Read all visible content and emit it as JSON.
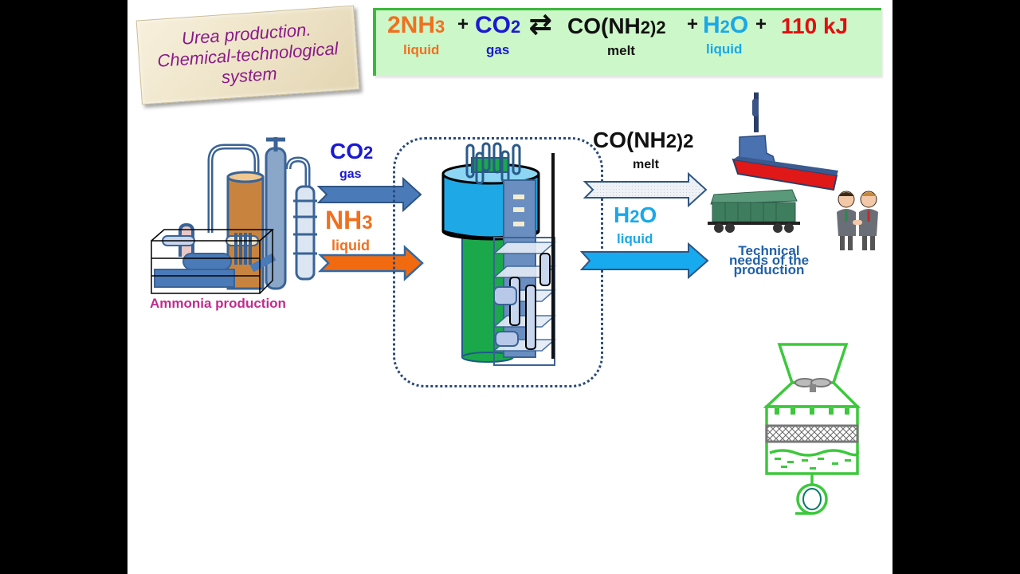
{
  "title": {
    "lines": [
      "Urea production.",
      "Chemical-technological",
      "system"
    ]
  },
  "equation": {
    "terms": [
      {
        "main": "2NH",
        "sub": "3",
        "state": "liquid",
        "color": "#f07020"
      },
      {
        "plus": "+"
      },
      {
        "main": "CO",
        "sub": "2",
        "state": "gas",
        "color": "#1a1ad2"
      },
      {
        "arrow": "⇄"
      },
      {
        "main": "CO(NH",
        "sub": "2)2",
        "state": "melt",
        "color": "#111111"
      },
      {
        "plus": "+"
      },
      {
        "main": "H",
        "sub": "2",
        "main2": "O",
        "state": "liquid",
        "color": "#1aa8e8"
      },
      {
        "plus": "+"
      },
      {
        "main": "110 kJ",
        "color": "#e01010"
      }
    ],
    "nh3_main": "2NH",
    "nh3_sub": "3",
    "nh3_state": "liquid",
    "plus": "+",
    "co2_main": "CO",
    "co2_sub": "2",
    "co2_state": "gas",
    "equilibrium_arrow": "⇄",
    "urea_main": "CO(NH",
    "urea_sub": "2)2",
    "urea_state": "melt",
    "h2o_h": "H",
    "h2o_sub": "2",
    "h2o_o": "O",
    "h2o_state": "liquid",
    "energy": "110 kJ"
  },
  "inputs": {
    "co2": {
      "main": "CO",
      "sub": "2",
      "state": "gas"
    },
    "nh3": {
      "main": "NH",
      "sub": "3",
      "state": "liquid"
    }
  },
  "outputs": {
    "urea": {
      "main": "CO(NH",
      "sub": "2)2",
      "state": "melt"
    },
    "h2o": {
      "h": "H",
      "sub": "2",
      "o": "O",
      "state": "liquid"
    }
  },
  "labels": {
    "ammonia_production": "Ammonia production",
    "technical_needs": [
      "Technical",
      "needs of the",
      "production"
    ]
  },
  "colors": {
    "co2_arrow": "#4a7ab8",
    "nh3_arrow": "#f26a10",
    "urea_arrow": "#e8eef4",
    "h2o_arrow": "#18aaee",
    "reactor_top": "#1ea8e6",
    "reactor_body": "#1aa84a",
    "cooling_tower": "#3cc83c"
  }
}
